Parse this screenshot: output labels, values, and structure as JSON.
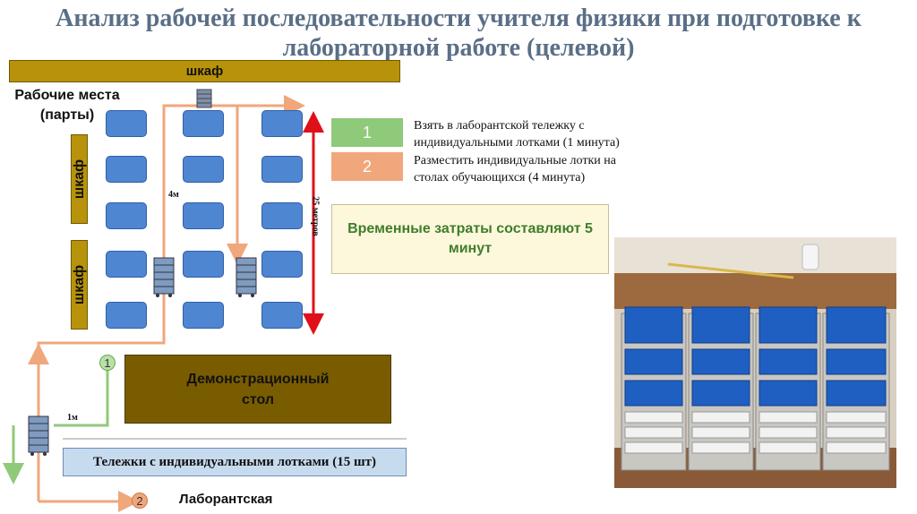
{
  "title_line1": "Анализ рабочей последовательности учителя физики при подготовке к",
  "title_line2": "лабораторной работе (целевой)",
  "cabinet_top": "шкаф",
  "cabinet_left": "шкаф",
  "workplaces_line1": "Рабочие места",
  "workplaces_line2": "(парты)",
  "dim_4m": "4м",
  "dim_25m": "25 метров",
  "dim_1m": "1м",
  "legend": [
    {
      "num": "1",
      "color": "#8fc97a",
      "text_line1": "Взять в лаборантской тележку с",
      "text_line2": "индивидуальными лотками (1 минута)"
    },
    {
      "num": "2",
      "color": "#f0a77c",
      "text_line1": "Разместить индивидуальные лотки на",
      "text_line2": "столах обучающихся (4 минута)"
    }
  ],
  "time_line1": "Временные затраты составляют 5",
  "time_line2": "минут",
  "demo_line1": "Демонстрационный",
  "demo_line2": "стол",
  "carts_label": "Тележки с индивидуальными лотками (15 шт)",
  "lab_room": "Лаборантская",
  "step1": "1",
  "step2": "2",
  "colors": {
    "green_path": "#8fc97a",
    "orange_path": "#f0a77c",
    "cabinet": "#b8920a",
    "desk": "#4f86d1",
    "red_arrow": "#e0101a"
  }
}
